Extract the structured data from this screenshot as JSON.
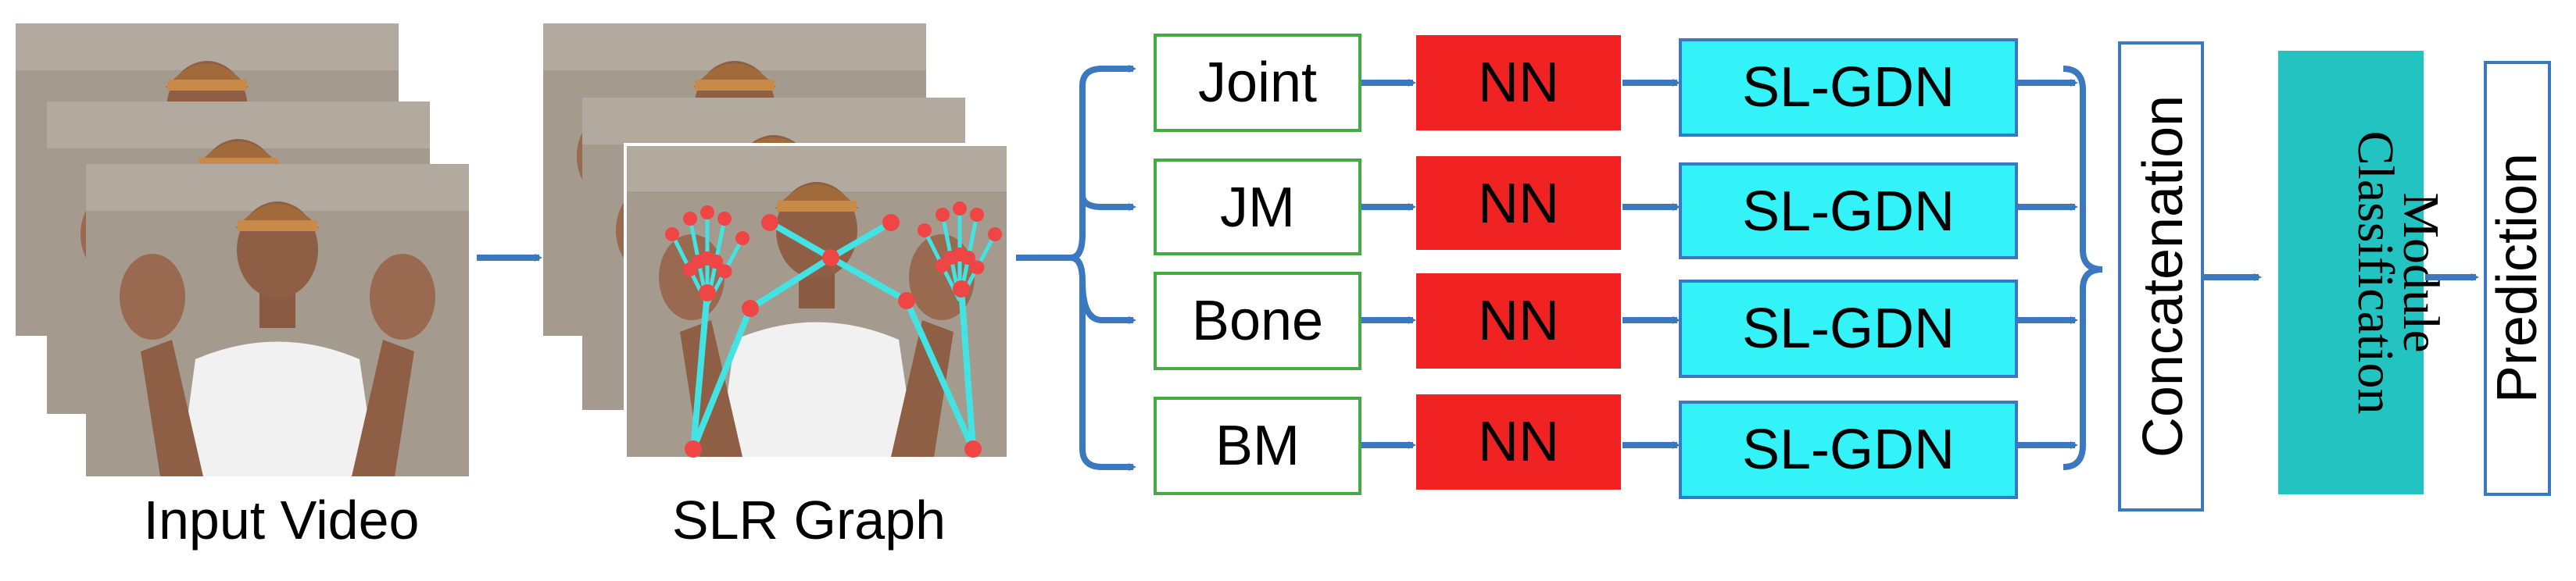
{
  "input_section": {
    "label": "Input Video"
  },
  "graph_section": {
    "label": "SLR Graph"
  },
  "streams": [
    {
      "input_label": "Joint",
      "encoder_label": "NN",
      "gdn_label": "SL-GDN"
    },
    {
      "input_label": "JM",
      "encoder_label": "NN",
      "gdn_label": "SL-GDN"
    },
    {
      "input_label": "Bone",
      "encoder_label": "NN",
      "gdn_label": "SL-GDN"
    },
    {
      "input_label": "BM",
      "encoder_label": "NN",
      "gdn_label": "SL-GDN"
    }
  ],
  "fusion": {
    "label": "Concatenation"
  },
  "classifier": {
    "line1": "Classification",
    "line2": "Module"
  },
  "output": {
    "label": "Prediction"
  },
  "colors": {
    "arrow": "#3b78c0",
    "nn_fill": "#f02222",
    "gdn_fill": "#33f2f8",
    "gdn_stroke": "#3b78c0",
    "input_stroke": "#44aa44",
    "classifier_fill": "#22c3c0",
    "skeleton_line": "#44e3e3",
    "skeleton_joint": "#f04545"
  }
}
